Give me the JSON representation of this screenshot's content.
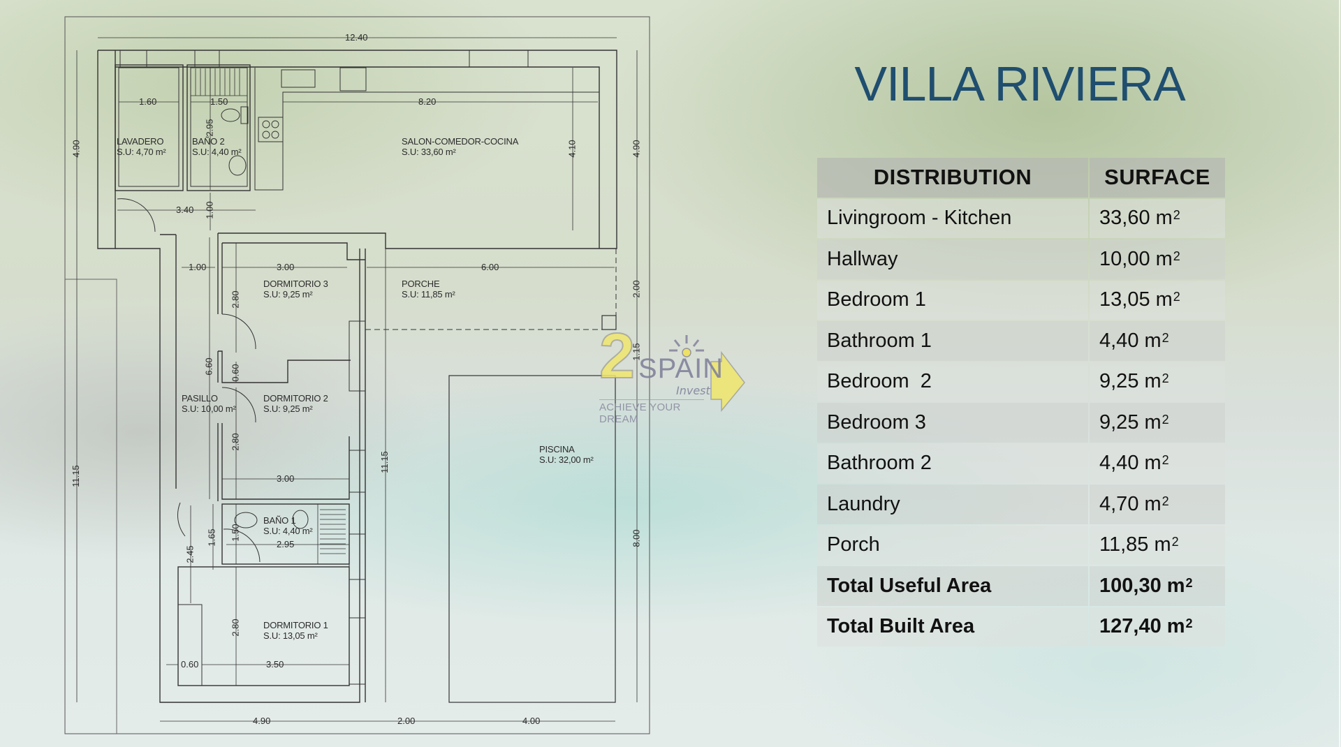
{
  "title": "VILLA RIVIERA",
  "table": {
    "headers": {
      "distribution": "DISTRIBUTION",
      "surface": "SURFACE"
    },
    "unit": "m",
    "unit_exponent": "2",
    "rows": [
      {
        "name": "Livingroom - Kitchen",
        "value": "33,60 m"
      },
      {
        "name": "Hallway",
        "value": "10,00 m"
      },
      {
        "name": "Bedroom 1",
        "value": "13,05 m"
      },
      {
        "name": "Bathroom 1",
        "value": "4,40 m"
      },
      {
        "name": "Bedroom  2",
        "value": "9,25 m"
      },
      {
        "name": "Bedroom 3",
        "value": "9,25 m"
      },
      {
        "name": "Bathroom 2",
        "value": "4,40 m"
      },
      {
        "name": "Laundry",
        "value": "4,70 m"
      },
      {
        "name": "Porch",
        "value": "11,85 m"
      }
    ],
    "totals": [
      {
        "name": "Total Useful Area",
        "value": "100,30 m"
      },
      {
        "name": "Total Built Area",
        "value": "127,40 m"
      }
    ]
  },
  "floor_plan": {
    "rooms": {
      "lavadero": {
        "name": "LAVADERO",
        "area": "S.U: 4,70 m²"
      },
      "bano2": {
        "name": "BAÑO 2",
        "area": "S.U: 4,40 m²"
      },
      "salon": {
        "name": "SALON-COMEDOR-COCINA",
        "area": "S.U: 33,60 m²"
      },
      "dormitorio3": {
        "name": "DORMITORIO 3",
        "area": "S.U: 9,25 m²"
      },
      "porche": {
        "name": "PORCHE",
        "area": "S.U: 11,85 m²"
      },
      "pasillo": {
        "name": "PASILLO",
        "area": "S.U: 10,00 m²"
      },
      "dormitorio2": {
        "name": "DORMITORIO 2",
        "area": "S.U: 9,25 m²"
      },
      "piscina": {
        "name": "PISCINA",
        "area": "S.U: 32,00 m²"
      },
      "bano1": {
        "name": "BAÑO 1",
        "area": "S.U: 4,40 m²"
      },
      "dormitorio1": {
        "name": "DORMITORIO 1",
        "area": "S.U: 13,05 m²"
      }
    },
    "dimensions": {
      "top_total": "12.40",
      "lavadero_width": "1.60",
      "bano2_width": "1.50",
      "salon_width": "8.20",
      "bano2_depth": "2.95",
      "left_top_height": "4.90",
      "right_top_height": "4.90",
      "salon_height": "4.10",
      "entry_width": "3.40",
      "entry_depth": "1.00",
      "hall_width": "1.00",
      "dorm3_width": "3.00",
      "porch_width": "6.00",
      "porch_depth": "2.00",
      "dorm3_depth": "2.80",
      "hall_length": "6.60",
      "closet_depth": "0.60",
      "gap_to_pool": "1.15",
      "dorm2_depth": "2.80",
      "dorm2_width": "3.00",
      "left_total_height": "11.15",
      "mid_total_height": "11.15",
      "bath1_depth": "1.50",
      "bath1_hall": "1.65",
      "bath1_width": "2.95",
      "wardrobe_height": "2.45",
      "dorm1_depth": "2.80",
      "wardrobe_width": "0.60",
      "dorm1_width": "3.50",
      "pool_length": "8.00",
      "bottom_house": "4.90",
      "bottom_gap": "2.00",
      "bottom_pool": "4.00"
    }
  },
  "logo": {
    "number": "2",
    "brand": "SPAIN",
    "sub": "Invest",
    "tagline": "ACHIEVE YOUR DREAM"
  }
}
